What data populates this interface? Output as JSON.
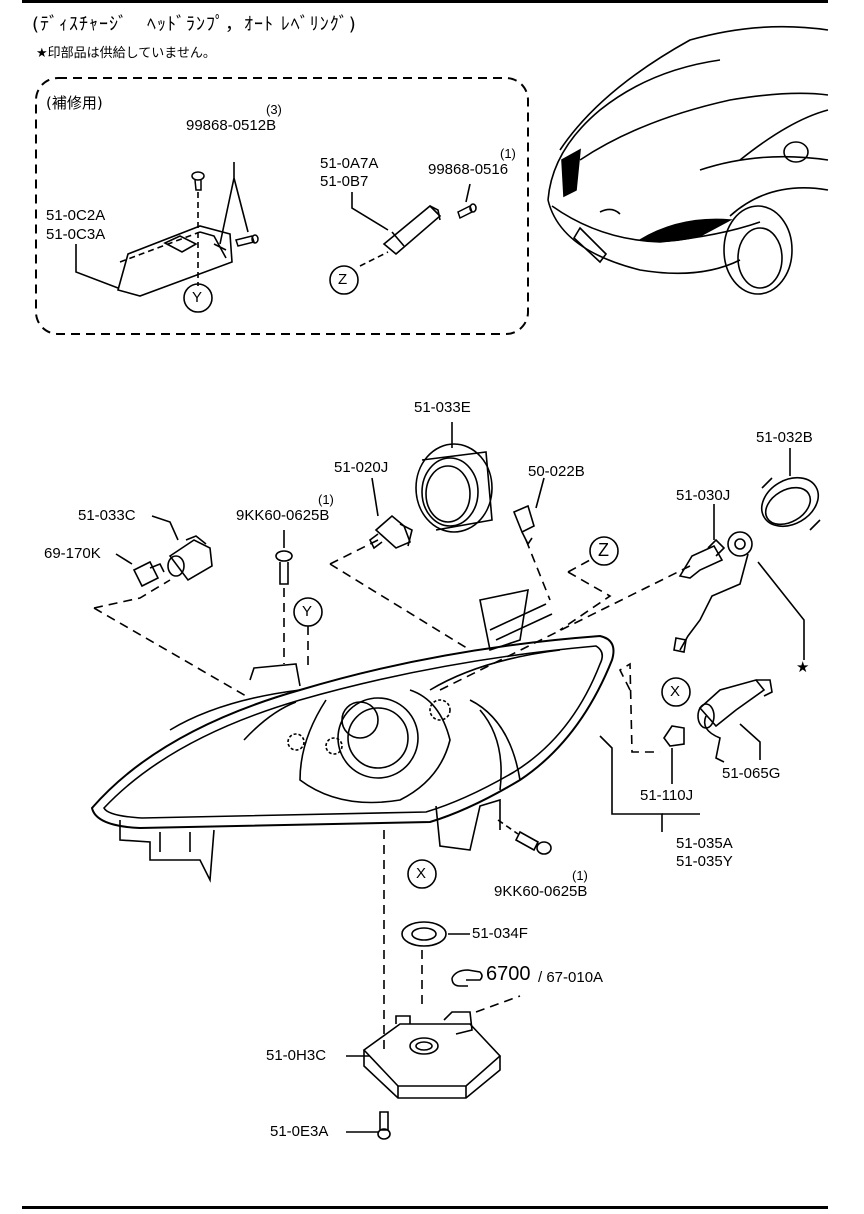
{
  "header": {
    "title": "(ﾃﾞｨｽﾁｬｰｼﾞ　ﾍｯﾄﾞﾗﾝﾌﾟ，ｵｰﾄ ﾚﾍﾞﾘﾝｸﾞ)",
    "note": "★印部品は供給していません。",
    "repair_label": "(補修用)"
  },
  "callouts": {
    "Y": "Y",
    "Z": "Z",
    "X": "X"
  },
  "parts": {
    "p99868_0512B_qty": "(3)",
    "p99868_0512B": "99868-0512B",
    "p51_0C2A": "51-0C2A",
    "p51_0C3A": "51-0C3A",
    "p51_0A7A": "51-0A7A",
    "p51_0B7": "51-0B7",
    "p99868_0516_qty": "(1)",
    "p99868_0516": "99868-0516",
    "p51_033E": "51-033E",
    "p51_032B": "51-032B",
    "p51_020J": "51-020J",
    "p50_022B": "50-022B",
    "p51_030J": "51-030J",
    "p51_033C": "51-033C",
    "p9KK60_top_qty": "(1)",
    "p9KK60_top": "9KK60-0625B",
    "p69_170K": "69-170K",
    "p51_065G": "51-065G",
    "p51_110J": "51-110J",
    "p51_035A": "51-035A",
    "p51_035Y": "51-035Y",
    "p9KK60_bot_qty": "(1)",
    "p9KK60_bot": "9KK60-0625B",
    "p51_034F": "51-034F",
    "ref_6700": "6700",
    "ref_67010A": "/ 67-010A",
    "p51_0H3C": "51-0H3C",
    "p51_0E3A": "51-0E3A"
  },
  "star_mark": "★"
}
